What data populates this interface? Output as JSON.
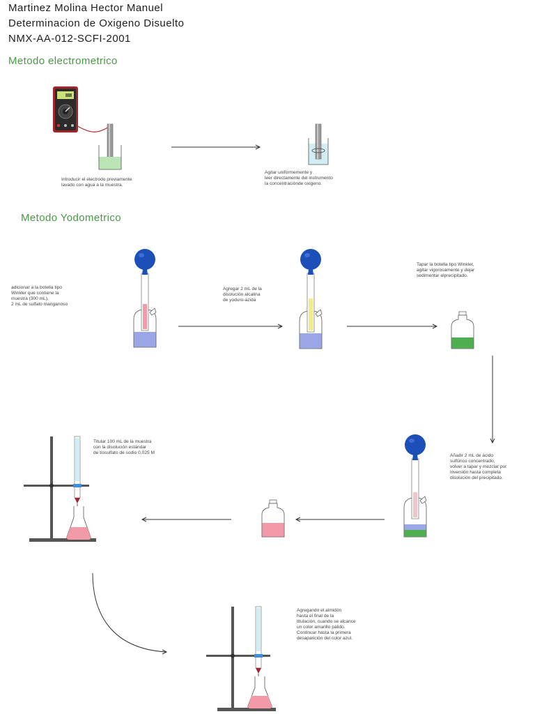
{
  "header": {
    "line1": "Martinez Molina Hector Manuel",
    "line2": "Determinacion de Oxigeno Disuelto",
    "line3": "NMX-AA-012-SCFI-2001"
  },
  "colors": {
    "heading_green": "#4a9a45",
    "bulb_blue": "#1d4fb8",
    "liquid_blue": "#9aa6e6",
    "liquid_green": "#4fae4f",
    "liquid_pink": "#f29aa8",
    "liquid_light_green": "#b9e6b4",
    "liquid_light_blue": "#d2edf4",
    "meter_red": "#a3242a"
  },
  "sections": {
    "electrometric": {
      "title": "Metodo electrometrico",
      "step1": "Introducir el electrodo previamente\nlavado con agua a la muestra.",
      "step2": "Agitar uniformemente y\nleer directamente del instrumento\nla concentraciónde oxigeno."
    },
    "iodometric": {
      "title": "Metodo Yodometrico",
      "step1": "adicionar a la botella tipo\nWinkler que contiene la\nmuestra (300 mL),\n2 mL de sulfato manganoso",
      "step2": "Agregar 2 mL de la\ndisolución alcalina\nde yoduro-azida",
      "step3": "Tapar la botella tipo Winkler,\nagitar vigorosamente y dejar\nsedimentar elprecipitado.",
      "step4": "Añadir 2 mL de ácido\nsulfúrico concentrado,\nvolver a tapar y mezclar por\ninversión hasta completa\ndisolución del precipitado.",
      "step5": "Titular 100 mL de la muestra\ncon la disolución estándar\nde tiosulfato de sodio 0,025 M",
      "step6": "Agregando el almidón\nhasta el final de la\ntitulación, cuando se alcance\nun color amarillo pálido.\nContinuar hasta la primera\ndesaparición del color azul."
    }
  }
}
